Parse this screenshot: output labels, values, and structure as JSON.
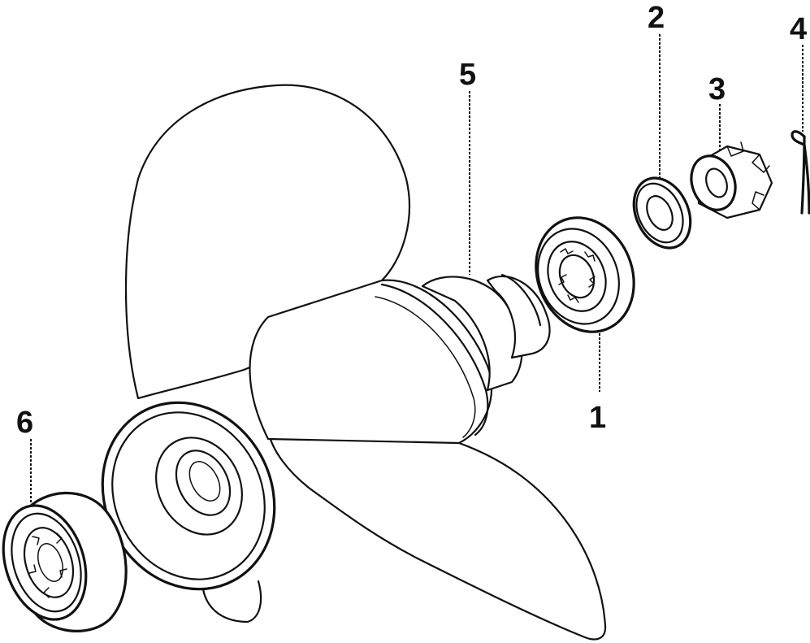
{
  "callouts": {
    "c1": "1",
    "c2": "2",
    "c3": "3",
    "c4": "4",
    "c5": "5",
    "c6": "6"
  },
  "colors": {
    "ink": "#111111",
    "background": "#ffffff"
  }
}
